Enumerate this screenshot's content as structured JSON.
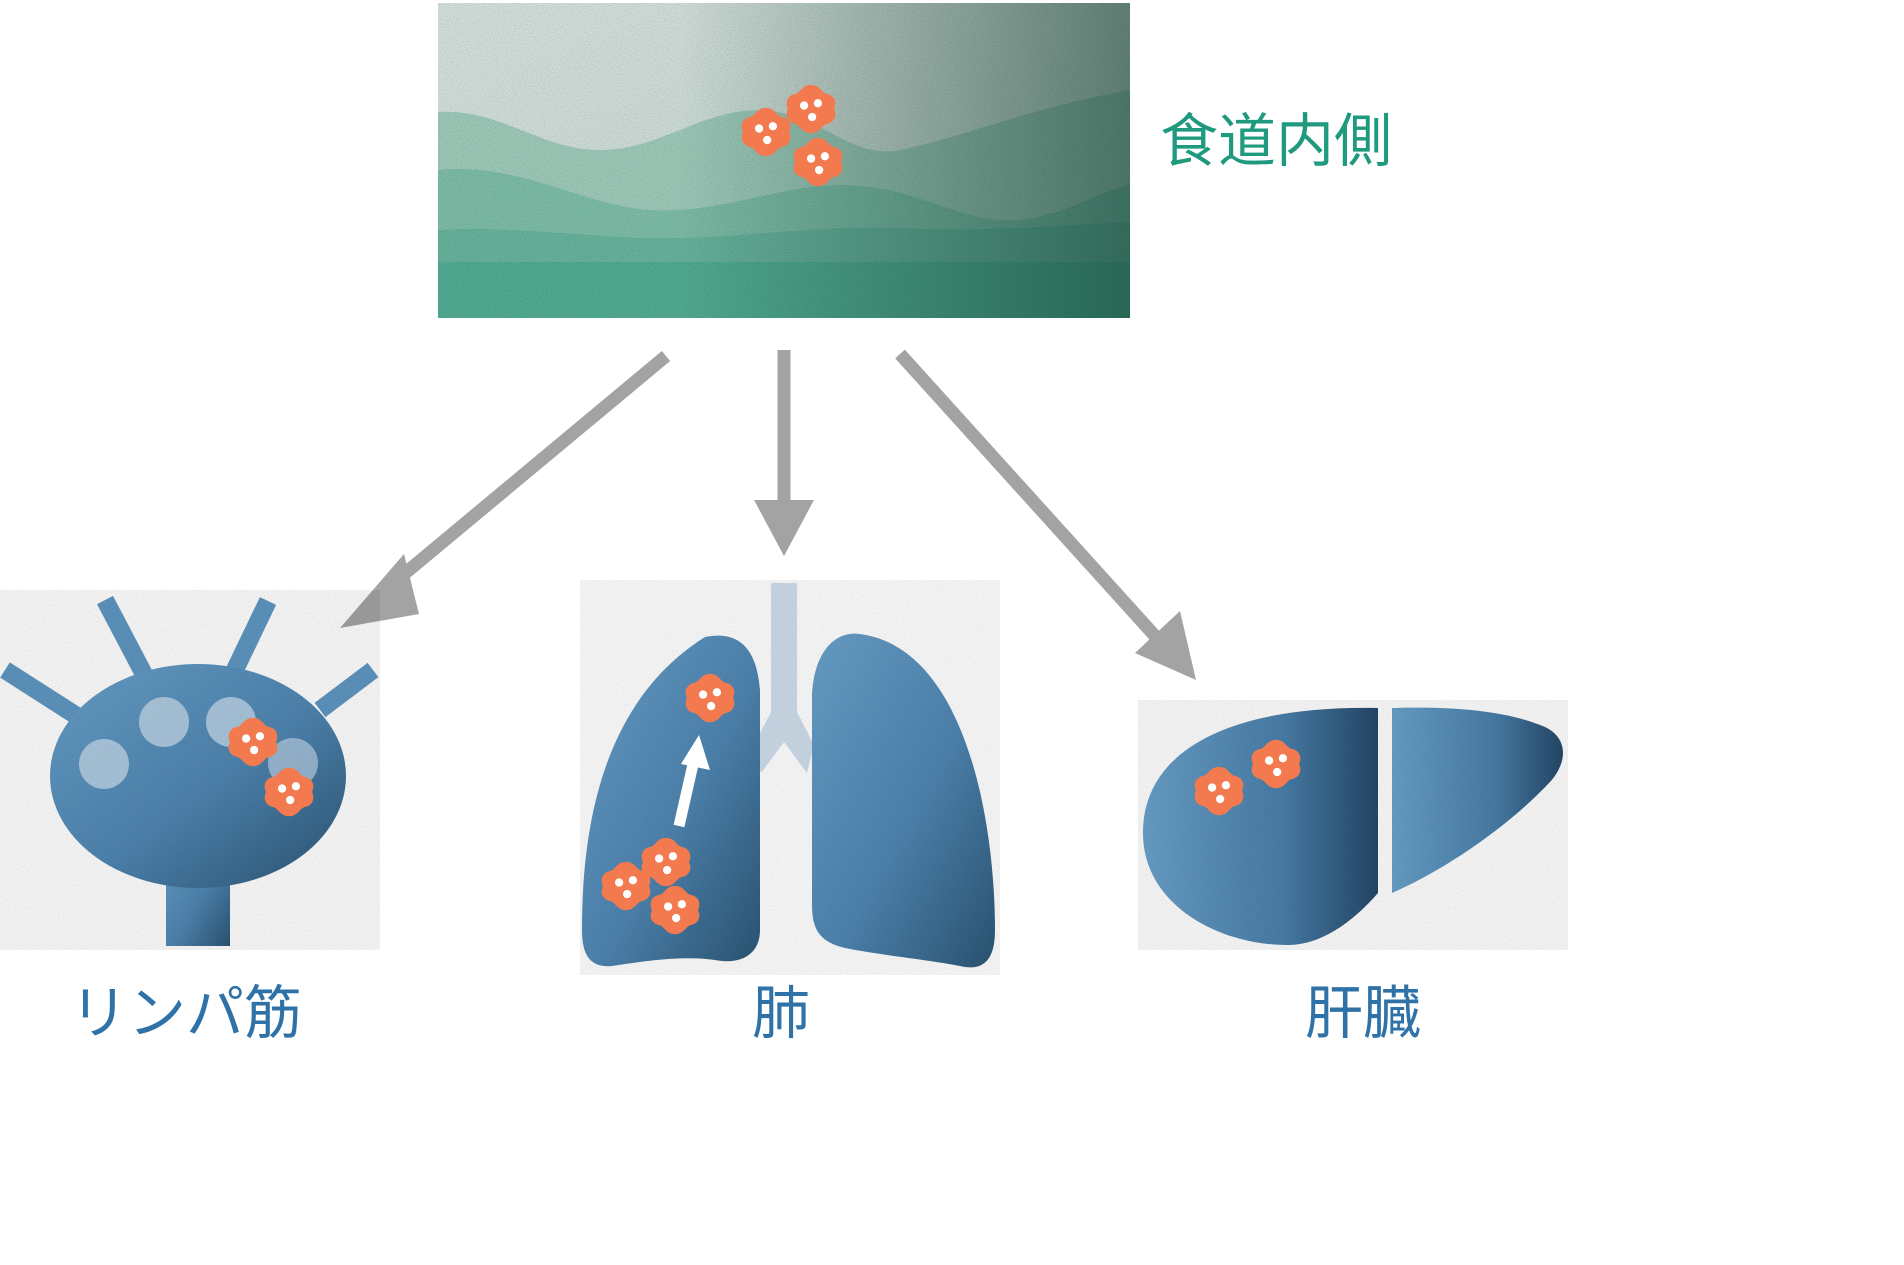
{
  "labels": {
    "esophagus": "食道内側",
    "lymph": "リンパ筋",
    "lung": "肺",
    "liver": "肝臓"
  },
  "colors": {
    "teal_text": "#1f9a7e",
    "blue_text": "#2f72a8",
    "organ_blue": "#5f97c2",
    "organ_dark": "#2c5676",
    "cell_orange": "#f27a4e",
    "arrow_gray": "#a3a3a3",
    "lymph_node": "#bcd3e6",
    "trachea": "#cfdeec"
  },
  "icons": {
    "cancer_cell": "cancer-cell-icon",
    "spread_arrow": "arrow-down-icon",
    "growth_arrow": "arrow-up-icon"
  }
}
